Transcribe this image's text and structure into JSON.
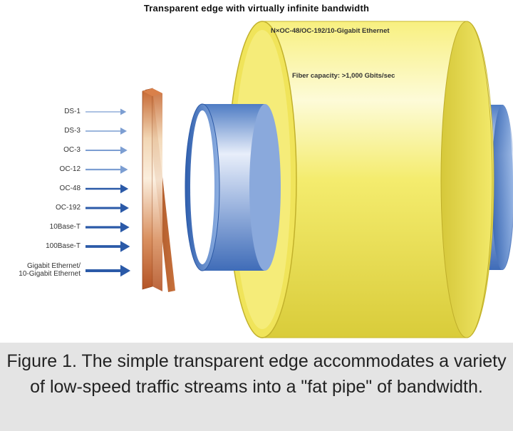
{
  "diagram": {
    "title": "Transparent edge with virtually infinite bandwidth",
    "fiber_label": "N×OC-48/OC-192/10-Gigabit Ethernet",
    "capacity_label": "Fiber capacity: >1,000 Gbits/sec",
    "streams": [
      {
        "label": "DS-1"
      },
      {
        "label": "DS-3"
      },
      {
        "label": "OC-3"
      },
      {
        "label": "OC-12"
      },
      {
        "label": "OC-48"
      },
      {
        "label": "OC-192"
      },
      {
        "label": "10Base-T"
      },
      {
        "label": "100Base-T"
      },
      {
        "label": "Gigabit Ethernet/ 10-Gigabit Ethernet"
      }
    ],
    "colors": {
      "pipe": "#f6ee6c",
      "inner_pipe": "#5b86c8",
      "edge_device": "#c0622f",
      "arrow_light": "#7c9ed2",
      "arrow_dark": "#2b5aa8"
    }
  },
  "caption": {
    "text": "Figure 1. The simple transparent edge accommodates a variety of low-speed traffic streams into a \"fat pipe\" of bandwidth."
  }
}
